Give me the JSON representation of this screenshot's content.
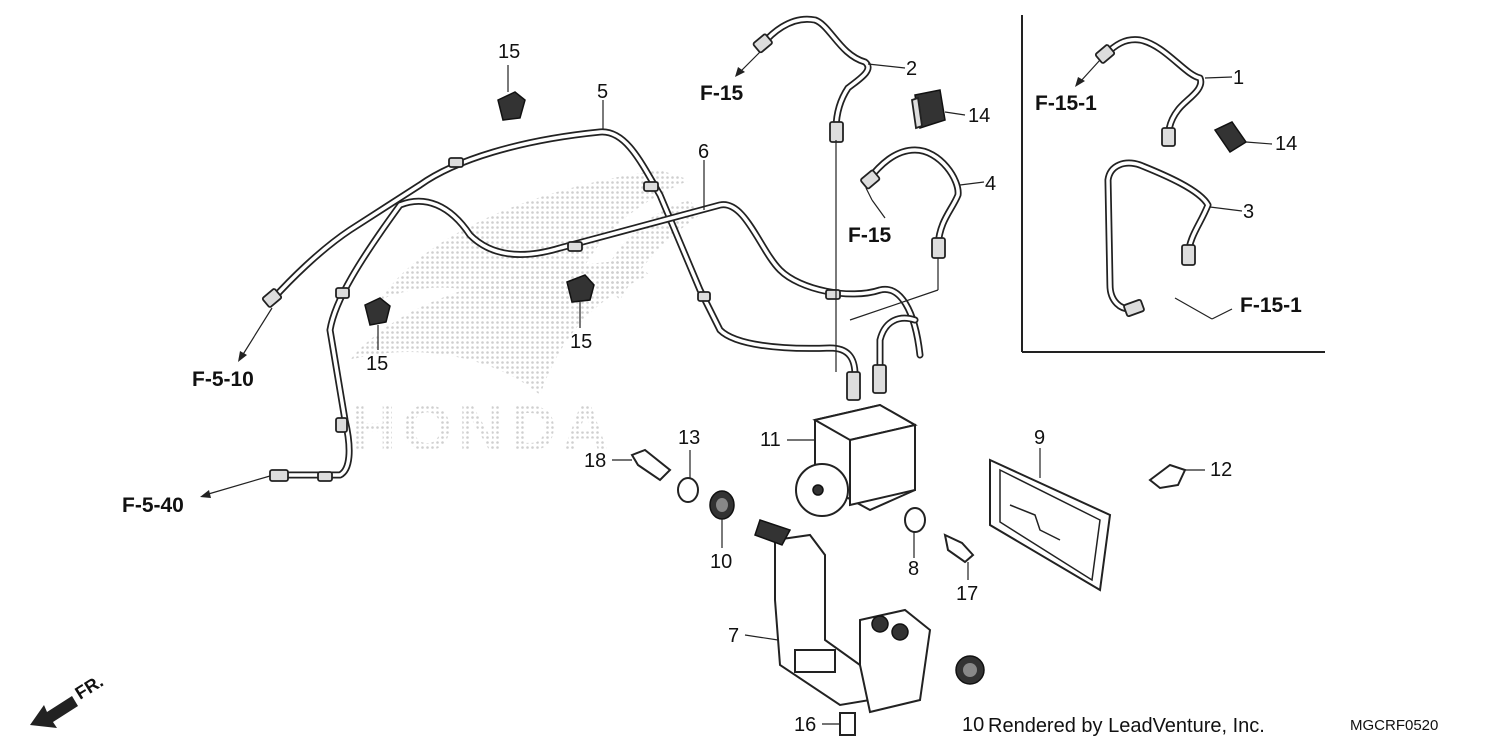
{
  "parts": {
    "p1": "1",
    "p2": "2",
    "p3": "3",
    "p4": "4",
    "p5": "5",
    "p6": "6",
    "p7": "7",
    "p8": "8",
    "p9": "9",
    "p10a": "10",
    "p10b": "10",
    "p11": "11",
    "p12": "12",
    "p13": "13",
    "p14a": "14",
    "p14b": "14",
    "p15a": "15",
    "p15b": "15",
    "p15c": "15",
    "p16": "16",
    "p17": "17",
    "p18": "18"
  },
  "references": {
    "f15_top": "F-15",
    "f15_mid": "F-15",
    "f510": "F-5-10",
    "f540": "F-5-40",
    "f151_top": "F-15-1",
    "f151_bottom": "F-15-1"
  },
  "watermark": "HONDA",
  "direction_label": "FR.",
  "credit": "Rendered by LeadVenture, Inc.",
  "diagram_code": "MGCRF0520",
  "colors": {
    "line": "#222222",
    "watermark": "#d9d9d9",
    "background": "#ffffff"
  }
}
